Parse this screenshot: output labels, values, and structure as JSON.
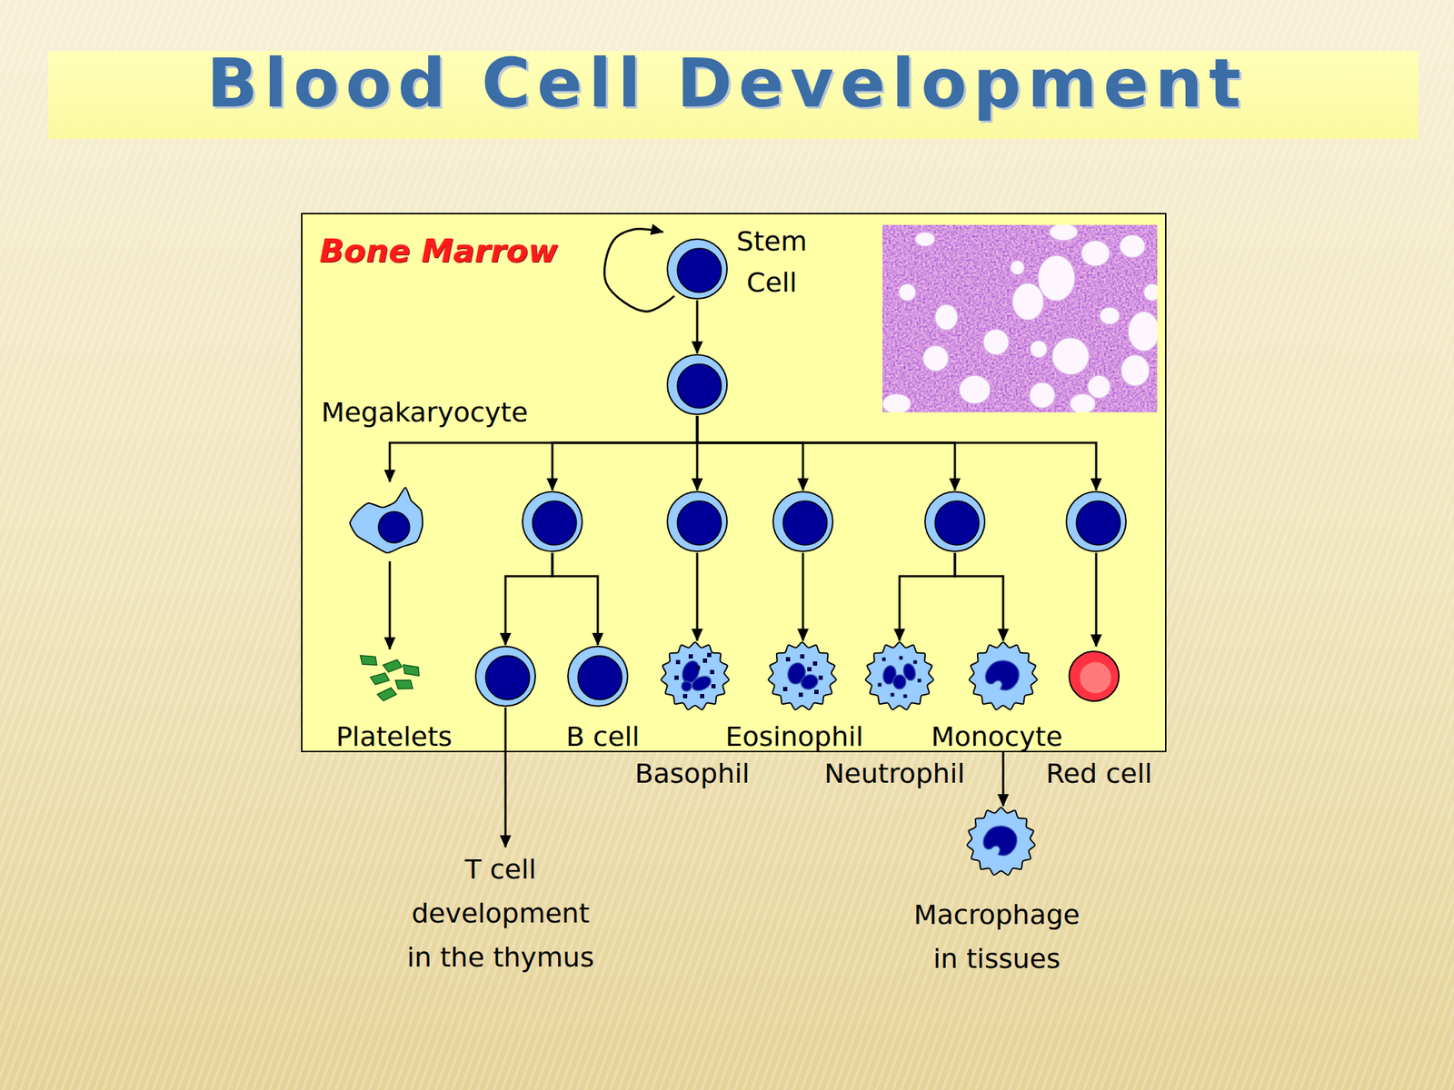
{
  "diagram": {
    "title": "Blood Cell Development",
    "nodes": [
      {
        "text": [
          "Bone Marrow"
        ]
      },
      {
        "text": [
          "Stem Cell"
        ],
        "in": 0
      },
      {
        "text": [],
        "in": 0
      },
      {
        "text": [
          "Megakaryocyte"
        ],
        "in": 0
      },
      {
        "text": [],
        "in": 0
      },
      {
        "text": [],
        "in": 0
      },
      {
        "text": [],
        "in": 0
      },
      {
        "text": [],
        "in": 0
      },
      {
        "text": [],
        "in": 0
      },
      {
        "text": [
          "Platelets"
        ],
        "in": 0
      },
      {
        "text": [],
        "in": 0
      },
      {
        "text": [
          "B cell"
        ],
        "in": 0
      },
      {
        "text": [
          "Basophil"
        ],
        "in": 0
      },
      {
        "text": [
          "Eosinophil"
        ],
        "in": 0
      },
      {
        "text": [
          "Neutrophil"
        ],
        "in": 0
      },
      {
        "text": [
          "Monocyte"
        ],
        "in": 0
      },
      {
        "text": [
          "Red cell"
        ],
        "in": 0
      },
      {
        "text": [
          "T cell development in the thymus"
        ]
      },
      {
        "text": [
          "Macrophage in tissues"
        ]
      }
    ],
    "edges": [
      {
        "from": 1,
        "to": 1,
        "arrow": "to"
      },
      {
        "from": 1,
        "to": 2,
        "arrow": "to"
      },
      {
        "from": 2,
        "to": 3,
        "arrow": "to"
      },
      {
        "from": 2,
        "to": 4,
        "arrow": "to"
      },
      {
        "from": 2,
        "to": 5,
        "arrow": "to"
      },
      {
        "from": 2,
        "to": 6,
        "arrow": "to"
      },
      {
        "from": 2,
        "to": 7,
        "arrow": "to"
      },
      {
        "from": 2,
        "to": 8,
        "arrow": "to"
      },
      {
        "from": 3,
        "to": 9,
        "arrow": "to"
      },
      {
        "from": 4,
        "to": 10,
        "arrow": "to"
      },
      {
        "from": 4,
        "to": 11,
        "arrow": "to"
      },
      {
        "from": 5,
        "to": 12,
        "arrow": "to"
      },
      {
        "from": 6,
        "to": 13,
        "arrow": "to"
      },
      {
        "from": 7,
        "to": 14,
        "arrow": "to"
      },
      {
        "from": 7,
        "to": 15,
        "arrow": "to"
      },
      {
        "from": 8,
        "to": 16,
        "arrow": "to"
      },
      {
        "from": 10,
        "to": 17,
        "arrow": "to"
      },
      {
        "from": 15,
        "to": 18,
        "arrow": "to"
      }
    ]
  }
}
